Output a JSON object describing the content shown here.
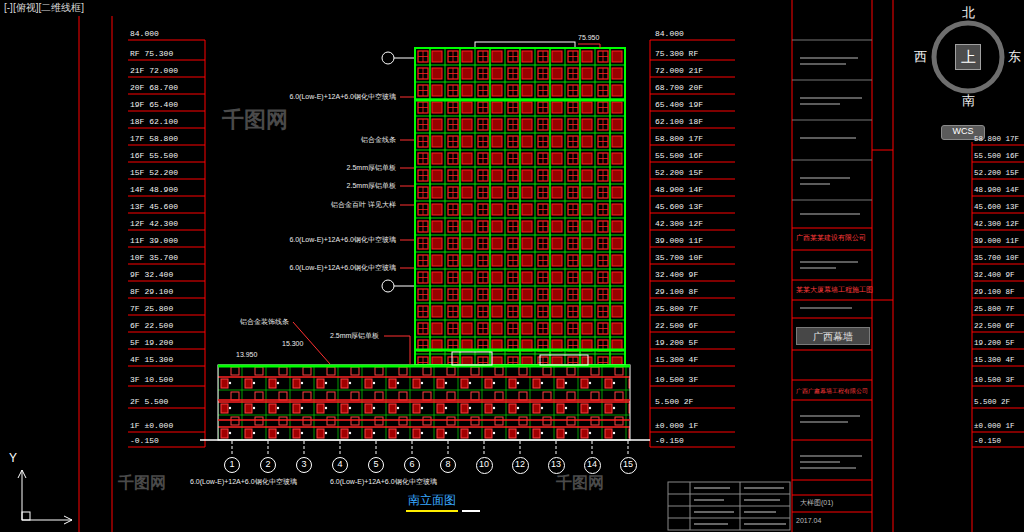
{
  "diagram": {
    "title": "南立面图",
    "nodes": [
      {
        "text": [
          "北",
          "东",
          "南",
          "西"
        ]
      },
      {
        "text": [
          "上"
        ],
        "in": 0
      },
      {
        "text": [
          "WCS"
        ]
      },
      {
        "text": [
          "1"
        ]
      },
      {
        "text": [
          "2"
        ]
      },
      {
        "text": [
          "3"
        ]
      },
      {
        "text": [
          "4"
        ]
      },
      {
        "text": [
          "5"
        ]
      },
      {
        "text": [
          "6"
        ]
      },
      {
        "text": [
          "8"
        ]
      },
      {
        "text": [
          "10"
        ]
      },
      {
        "text": [
          "12"
        ]
      },
      {
        "text": [
          "13"
        ]
      },
      {
        "text": [
          "14"
        ]
      },
      {
        "text": [
          "15"
        ]
      },
      {
        "text": [
          "广西幕墙"
        ]
      }
    ],
    "labels": [
      "[-][俯视][二维线框]",
      "Y",
      "千图网",
      "千图网",
      "千图网",
      "6.0(Low-E)+12A+6.0钢化中空玻璃",
      "铝合金线条",
      "2.5mm厚铝单板",
      "2.5mm厚铝单板",
      "铝合金百叶 详见大样",
      "6.0(Low-E)+12A+6.0钢化中空玻璃",
      "6.0(Low-E)+12A+6.0钢化中空玻璃",
      "75.950",
      "铝合金装饰线条",
      "13.950",
      "15.300",
      "2.5mm厚铝单板",
      "6.0(Low-E)+12A+6.0钢化中空玻璃",
      "6.0(Low-E)+12A+6.0钢化中空玻璃",
      "广西某某建设有限公司",
      "某某大厦幕墙工程施工图",
      "广西广鑫幕墙工程有限公司",
      "大样图(01)",
      "2017.04",
      "84.000",
      "RF 75.300",
      "21F 72.000",
      "20F 68.700",
      "19F 65.400",
      "18F 62.100",
      "17F 58.800",
      "16F 55.500",
      "15F 52.200",
      "14F 48.900",
      "13F 45.600",
      "12F 42.300",
      "11F 39.000",
      "10F 35.700",
      "9F 32.400",
      "8F 29.100",
      "7F 25.800",
      "6F 22.500",
      "5F 19.200",
      "4F 15.300",
      "3F 10.500",
      "2F 5.500",
      "1F ±0.000",
      "-0.150",
      "84.000",
      "75.300 RF",
      "72.000 21F",
      "68.700 20F",
      "65.400 19F",
      "62.100 18F",
      "58.800 17F",
      "55.500 16F",
      "52.200 15F",
      "48.900 14F",
      "45.600 13F",
      "42.300 12F",
      "39.000 11F",
      "35.700 10F",
      "32.400 9F",
      "29.100 8F",
      "25.800 7F",
      "22.500 6F",
      "19.200 5F",
      "15.300 4F",
      "10.500 3F",
      "5.500 2F",
      "±0.000 1F",
      "-0.150",
      "58.800 17F",
      "55.500 16F",
      "52.200 15F",
      "48.900 14F",
      "45.600 13F",
      "42.300 12F",
      "39.000 11F",
      "35.700 10F",
      "32.400 9F",
      "29.100 8F",
      "25.800 7F",
      "22.500 6F",
      "19.200 5F",
      "15.300 4F",
      "10.500 3F",
      "5.500 2F",
      "±0.000 1F",
      "-0.150"
    ]
  }
}
